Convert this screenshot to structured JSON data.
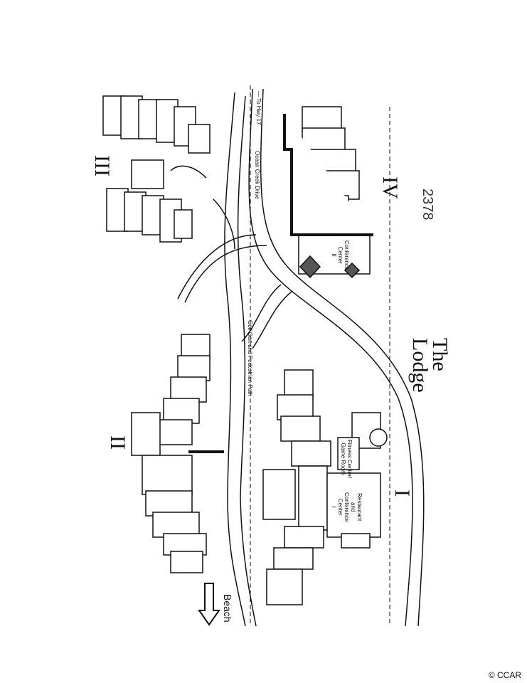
{
  "map": {
    "title_lines": [
      "The",
      "Lodge"
    ],
    "handwritten_number": "2378",
    "sections": {
      "I": "I",
      "II": "II",
      "III": "III",
      "IV": "IV"
    },
    "roads": {
      "to_hwy": "— To Hwy 17",
      "ocean_creek": "Ocean Creek Drive",
      "golf_path": "Golf Cart and Pedestrian Path"
    },
    "buildings": {
      "conference_center_2": [
        "Conference",
        "Center",
        "II"
      ],
      "fitness_center": [
        "Fitness Center/",
        "Game Room"
      ],
      "restaurant": [
        "Restaurant",
        "and",
        "Conference",
        "Center",
        "I"
      ]
    },
    "beach_label": "Beach",
    "copyright": "© CCAR"
  }
}
